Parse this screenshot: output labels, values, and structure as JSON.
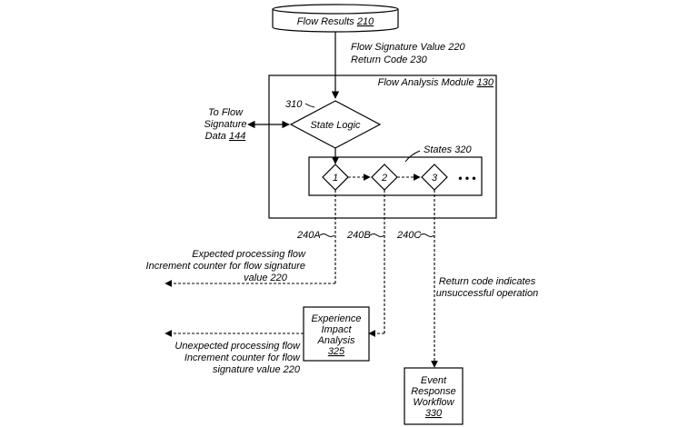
{
  "flow_results": {
    "label": "Flow Results ",
    "ref": "210"
  },
  "input_labels": {
    "line1": "Flow Signature Value 220",
    "line2": "Return Code 230"
  },
  "module": {
    "label": "Flow Analysis Module ",
    "ref": "130"
  },
  "state_logic": {
    "ref": "310",
    "label": "State Logic"
  },
  "to_flow": {
    "line1": "To Flow",
    "line2": "Signature",
    "line3": "Data ",
    "ref": "144"
  },
  "states": {
    "label": "States 320",
    "items": [
      "1",
      "2",
      "3"
    ],
    "more": "• • •"
  },
  "paths": {
    "a": "240A",
    "b": "240B",
    "c": "240C"
  },
  "expected": {
    "line1": "Expected processing flow",
    "line2": "Increment counter for flow signature",
    "line3": "value 220"
  },
  "unexpected": {
    "line1": "Unexpected processing flow",
    "line2": "Increment counter for flow",
    "line3": "signature value 220"
  },
  "return_code": {
    "line1": "Return code indicates",
    "line2": "unsuccessful operation"
  },
  "experience": {
    "line1": "Experience",
    "line2": "Impact",
    "line3": "Analysis",
    "ref": "325"
  },
  "event": {
    "line1": "Event",
    "line2": "Response",
    "line3": "Workflow",
    "ref": "330"
  }
}
